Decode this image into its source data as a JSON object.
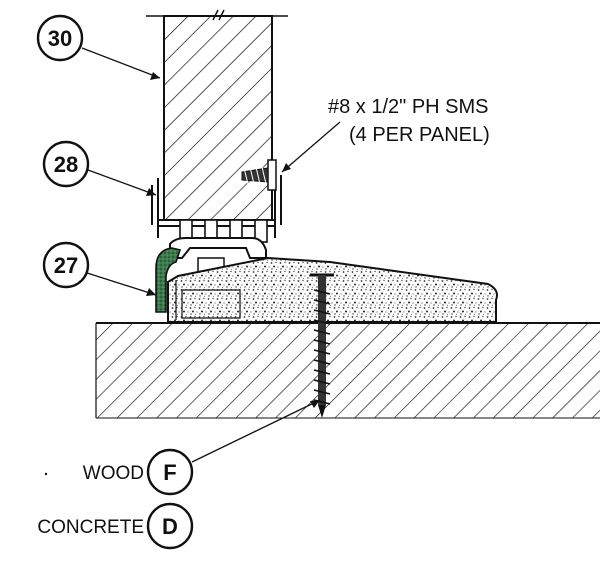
{
  "callouts": {
    "c30": "30",
    "c28": "28",
    "c27": "27",
    "cF": "F",
    "cD": "D"
  },
  "note": {
    "line1": "#8 x 1/2\" PH SMS",
    "line2": "(4 PER PANEL)"
  },
  "legend": {
    "wood": "WOOD",
    "concrete": "CONCRETE"
  },
  "colors": {
    "line": "#111111",
    "seal": "#4a8a5a",
    "fill_white": "#ffffff"
  }
}
